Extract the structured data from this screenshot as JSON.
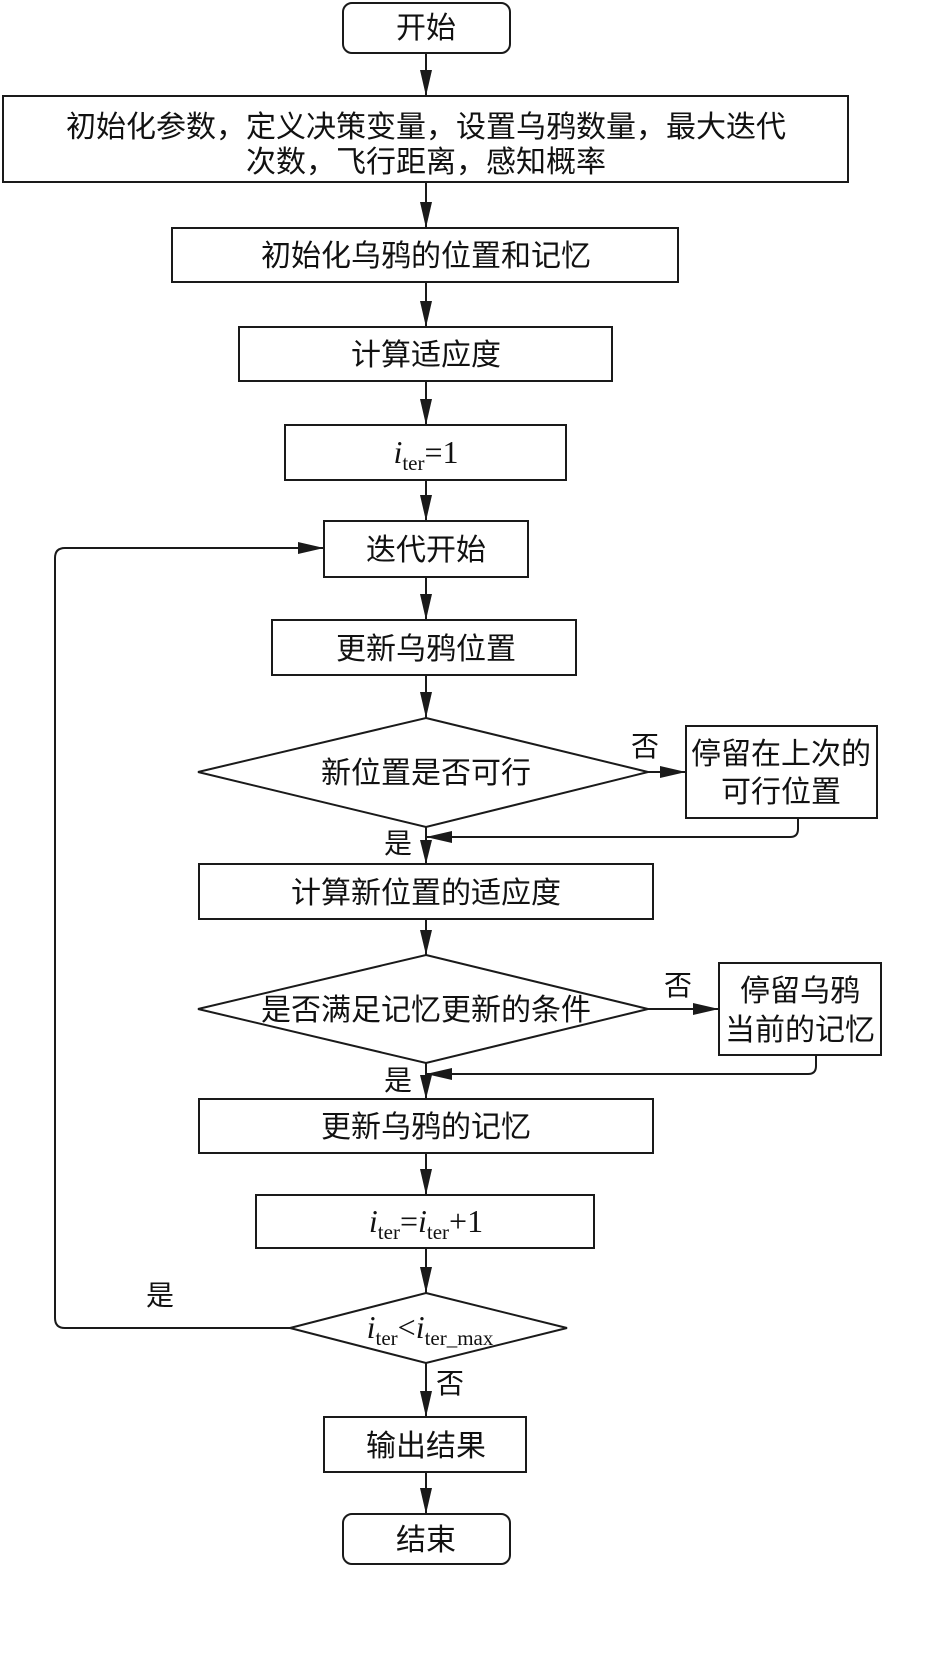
{
  "diagram": {
    "type": "flowchart",
    "nodes": {
      "start": {
        "shape": "terminal",
        "text": "开始"
      },
      "init_params": {
        "shape": "process",
        "lines": [
          "初始化参数，定义决策变量，设置乌鸦数量，最大迭代",
          "次数，飞行距离，感知概率"
        ]
      },
      "init_crows": {
        "shape": "process",
        "text": "初始化乌鸦的位置和记忆"
      },
      "calc_fitness": {
        "shape": "process",
        "text": "计算适应度"
      },
      "iter_init": {
        "shape": "process",
        "var": "i",
        "sub": "ter",
        "rhs": "=1"
      },
      "iter_start": {
        "shape": "process",
        "text": "迭代开始"
      },
      "update_pos": {
        "shape": "process",
        "text": "更新乌鸦位置"
      },
      "feasible": {
        "shape": "decision",
        "text": "新位置是否可行"
      },
      "stay_prev": {
        "shape": "process",
        "lines": [
          "停留在上次的",
          "可行位置"
        ]
      },
      "calc_new_fitness": {
        "shape": "process",
        "text": "计算新位置的适应度"
      },
      "mem_cond": {
        "shape": "decision",
        "text": "是否满足记忆更新的条件"
      },
      "keep_mem": {
        "shape": "process",
        "lines": [
          "停留乌鸦",
          "当前的记忆"
        ]
      },
      "update_mem": {
        "shape": "process",
        "text": "更新乌鸦的记忆"
      },
      "iter_inc": {
        "shape": "process",
        "var": "i",
        "sub": "ter",
        "eq": "=",
        "var2": "i",
        "sub2": "ter",
        "rhs": "+1"
      },
      "iter_check": {
        "shape": "decision",
        "var": "i",
        "sub": "ter",
        "op": "<",
        "var2": "i",
        "sub2": "ter_max"
      },
      "output": {
        "shape": "process",
        "text": "输出结果"
      },
      "end": {
        "shape": "terminal",
        "text": "结束"
      }
    },
    "edge_labels": {
      "feasible_no": "否",
      "feasible_yes": "是",
      "mem_no": "否",
      "mem_yes": "是",
      "loop_yes": "是",
      "loop_no": "否"
    },
    "edges": [
      [
        "start",
        "init_params"
      ],
      [
        "init_params",
        "init_crows"
      ],
      [
        "init_crows",
        "calc_fitness"
      ],
      [
        "calc_fitness",
        "iter_init"
      ],
      [
        "iter_init",
        "iter_start"
      ],
      [
        "iter_start",
        "update_pos"
      ],
      [
        "update_pos",
        "feasible"
      ],
      [
        "feasible",
        "stay_prev",
        "否"
      ],
      [
        "feasible",
        "calc_new_fitness",
        "是"
      ],
      [
        "stay_prev",
        "calc_new_fitness"
      ],
      [
        "calc_new_fitness",
        "mem_cond"
      ],
      [
        "mem_cond",
        "keep_mem",
        "否"
      ],
      [
        "mem_cond",
        "update_mem",
        "是"
      ],
      [
        "keep_mem",
        "update_mem"
      ],
      [
        "update_mem",
        "iter_inc"
      ],
      [
        "iter_inc",
        "iter_check"
      ],
      [
        "iter_check",
        "iter_start",
        "是"
      ],
      [
        "iter_check",
        "output",
        "否"
      ],
      [
        "output",
        "end"
      ]
    ]
  }
}
